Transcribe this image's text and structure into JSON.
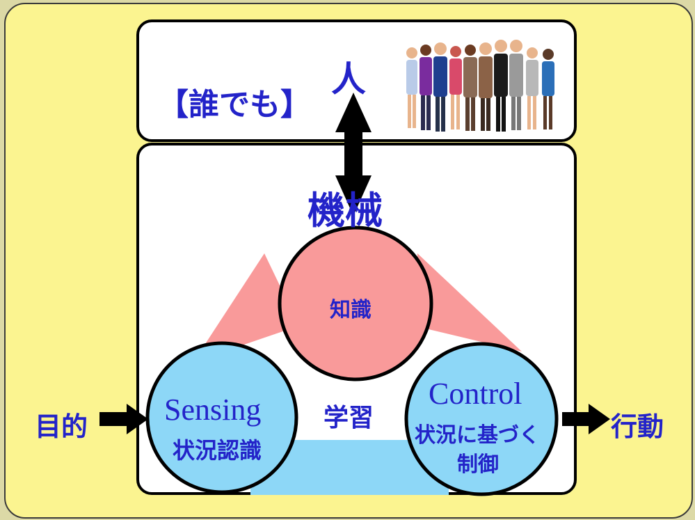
{
  "top": {
    "anyone_label": "【誰でも】",
    "human_label": "人"
  },
  "machine": {
    "title": "機械",
    "knowledge": "知識",
    "learning": "学習",
    "sensing": {
      "en": "Sensing",
      "ja": "状況認識"
    },
    "control": {
      "en": "Control",
      "ja_line1": "状況に基づく",
      "ja_line2": "制御"
    }
  },
  "io": {
    "input": "目的",
    "output": "行動"
  },
  "colors": {
    "text": "#2323c9",
    "panel": "#fbf490",
    "background": "#dcd9a6",
    "knowledge_fill": "#f99a9a",
    "sensing_fill": "#8dd7f7",
    "learning_band": "#8dd7f7"
  },
  "icons": [
    "people-group-illustration",
    "double-arrow-icon",
    "right-arrow-icon"
  ]
}
